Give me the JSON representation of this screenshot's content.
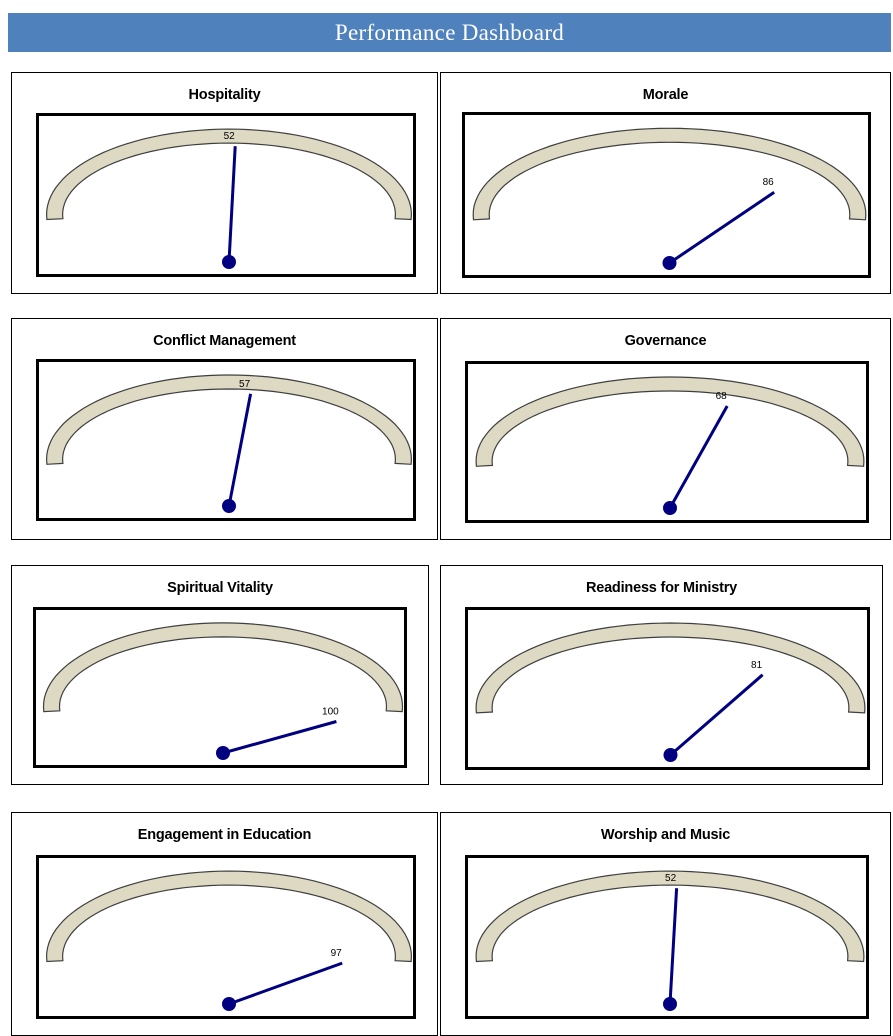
{
  "header": {
    "title": "Performance Dashboard"
  },
  "colors": {
    "header_bg": "#4f81bd",
    "arc_fill": "#ddd9c3",
    "arc_stroke": "#3f3f3f",
    "needle": "#000080"
  },
  "chart_data": [
    {
      "type": "gauge",
      "title": "Hospitality",
      "value": 52,
      "range": [
        0,
        100
      ]
    },
    {
      "type": "gauge",
      "title": "Morale",
      "value": 86,
      "range": [
        0,
        100
      ]
    },
    {
      "type": "gauge",
      "title": "Conflict Management",
      "value": 57,
      "range": [
        0,
        100
      ]
    },
    {
      "type": "gauge",
      "title": "Governance",
      "value": 68,
      "range": [
        0,
        100
      ]
    },
    {
      "type": "gauge",
      "title": "Spiritual Vitality",
      "value": 100,
      "range": [
        0,
        100
      ]
    },
    {
      "type": "gauge",
      "title": "Readiness for Ministry",
      "value": 81,
      "range": [
        0,
        100
      ]
    },
    {
      "type": "gauge",
      "title": "Engagement in Education",
      "value": 97,
      "range": [
        0,
        100
      ]
    },
    {
      "type": "gauge",
      "title": "Worship and Music",
      "value": 52,
      "range": [
        0,
        100
      ]
    }
  ]
}
